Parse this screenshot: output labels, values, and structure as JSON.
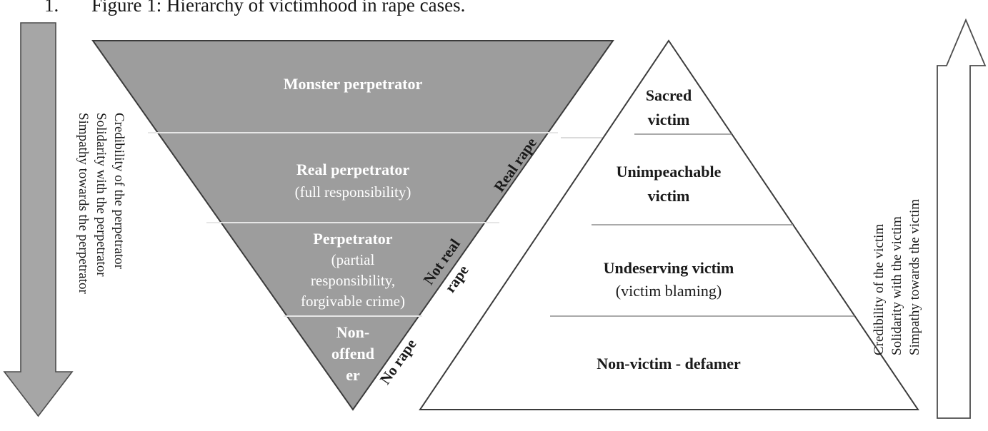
{
  "figure": {
    "number_label": "1.",
    "title": "Figure 1: Hierarchy of victimhood in rape cases."
  },
  "colors": {
    "fill_gray": "#9d9d9d",
    "outline": "#3b3b3b",
    "arrow_left_fill": "#a6a6a6",
    "arrow_right_fill": "#ffffff",
    "text_white": "#ffffff",
    "text_black": "#1a1a1a",
    "page_bg": "#ffffff"
  },
  "left_arrow": {
    "name": "down-arrow",
    "direction": "down",
    "filled": true,
    "labels": [
      "Credibility of the perpetrator",
      "Solidarity with the perpetrator",
      "Simpathy towards the perpetrator"
    ]
  },
  "right_arrow": {
    "name": "up-arrow",
    "direction": "up",
    "filled": false,
    "labels": [
      "Credibility of the victim",
      "Solidarity with the victim",
      "Simpathy towards the victim"
    ]
  },
  "perpetrator_triangle": {
    "orientation": "inverted",
    "fill": "gray",
    "tiers": [
      {
        "title": "Monster perpetrator",
        "sub": ""
      },
      {
        "title": "Real perpetrator",
        "sub": "(full responsibility)"
      },
      {
        "title": "Perpetrator",
        "sub_lines": [
          "(partial",
          "responsibility,",
          "forgivable crime)"
        ]
      },
      {
        "title_lines": [
          "Non-",
          "offend",
          "er"
        ],
        "sub": ""
      }
    ]
  },
  "victim_triangle": {
    "orientation": "upright",
    "fill": "white",
    "tiers": [
      {
        "title_lines": [
          "Sacred",
          "victim"
        ],
        "sub": ""
      },
      {
        "title_lines": [
          "Unimpeachable",
          "victim"
        ],
        "sub": ""
      },
      {
        "title": "Undeserving victim",
        "sub": "(victim blaming)"
      },
      {
        "title": "Non-victim - defamer",
        "sub": ""
      }
    ]
  },
  "middle_band_labels": [
    {
      "text": "Real rape",
      "lines": [
        "Real rape"
      ]
    },
    {
      "text": "Not real rape",
      "lines": [
        "Not real",
        "rape"
      ]
    },
    {
      "text": "No rape",
      "lines": [
        "No rape"
      ]
    }
  ]
}
